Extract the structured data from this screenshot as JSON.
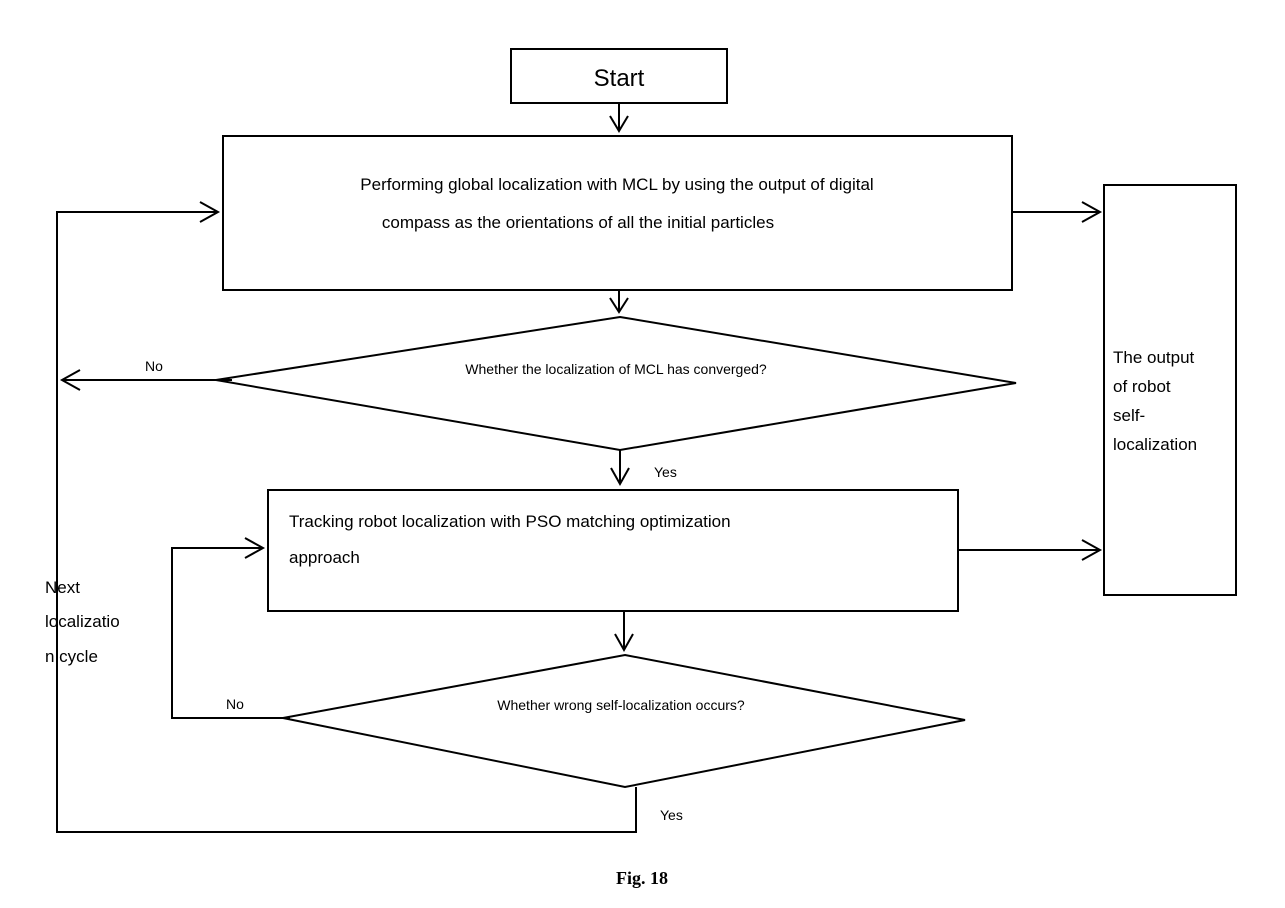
{
  "start": "Start",
  "global_localization": [
    "Performing global localization with MCL by using the output of digital",
    "compass as the orientations of all the initial particles"
  ],
  "converged_question": "Whether the localization of MCL has converged?",
  "converged_no": "No",
  "converged_yes": "Yes",
  "tracking": [
    "Tracking robot localization with PSO matching optimization",
    "approach"
  ],
  "wrong_question": "Whether wrong self-localization occurs?",
  "wrong_no": "No",
  "wrong_yes": "Yes",
  "output": [
    "The output",
    "of robot",
    "self-",
    "localization"
  ],
  "next_cycle": [
    "Next",
    "localizatio",
    "n cycle"
  ],
  "caption": "Fig. 18"
}
